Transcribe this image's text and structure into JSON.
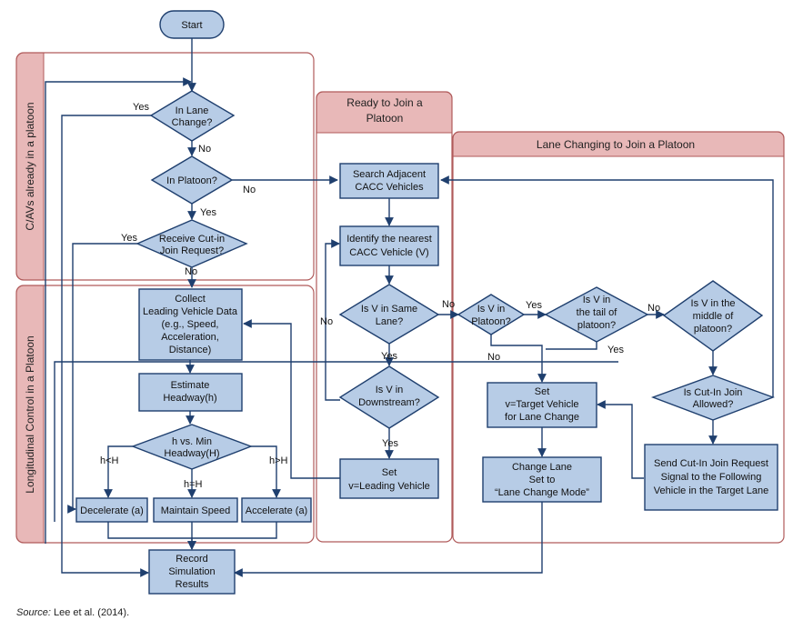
{
  "colors": {
    "node_fill": "#b7cce6",
    "node_stroke": "#1f3f6e",
    "edge": "#1f3f6e",
    "region_fill": "#e8b8b8",
    "region_stroke": "#b05a5a"
  },
  "regions": {
    "cav_platoon": "C/AVs already in a platoon",
    "longitudinal": "Longitudinal Control in a Platoon",
    "ready_join": [
      "Ready to Join a",
      "Platoon"
    ],
    "lane_change": "Lane Changing to Join a Platoon"
  },
  "nodes": {
    "start": [
      "Start"
    ],
    "in_lane_change": [
      "In Lane",
      "Change?"
    ],
    "in_platoon": [
      "In Platoon?"
    ],
    "receive_cutin": [
      "Receive Cut-in",
      "Join Request?"
    ],
    "collect_data": [
      "Collect",
      "Leading Vehicle Data",
      "(e.g., Speed,",
      "Acceleration,",
      "Distance)"
    ],
    "estimate_headway": [
      "Estimate",
      "Headway(h)"
    ],
    "h_vs_min": [
      "h vs. Min",
      "Headway(H)"
    ],
    "decelerate": [
      "Decelerate (a)"
    ],
    "maintain_speed": [
      "Maintain Speed"
    ],
    "accelerate": [
      "Accelerate (a)"
    ],
    "record_results": [
      "Record",
      "Simulation",
      "Results"
    ],
    "search_adjacent": [
      "Search Adjacent",
      "CACC Vehicles"
    ],
    "identify_nearest": [
      "Identify the nearest",
      "CACC Vehicle (V)"
    ],
    "v_same_lane": [
      "Is V in Same",
      "Lane?"
    ],
    "v_downstream": [
      "Is V in",
      "Downstream?"
    ],
    "set_leading": [
      "Set",
      "v=Leading Vehicle"
    ],
    "v_in_platoon": [
      "Is V in",
      "Platoon?"
    ],
    "v_tail": [
      "Is V in",
      "the tail of",
      "platoon?"
    ],
    "v_middle": [
      "Is V in the",
      "middle of",
      "platoon?"
    ],
    "cutin_allowed": [
      "Is Cut-In Join",
      "Allowed?"
    ],
    "set_target": [
      "Set",
      "v=Target Vehicle",
      "for Lane Change"
    ],
    "change_lane": [
      "Change Lane",
      "Set to",
      "“Lane Change Mode”"
    ],
    "send_request": [
      "Send Cut-In Join Request",
      "Signal to the Following",
      "Vehicle in the Target Lane"
    ]
  },
  "edge_labels": {
    "lane_change_yes": "Yes",
    "lane_change_no": "No",
    "in_platoon_no": "No",
    "in_platoon_yes": "Yes",
    "receive_yes": "Yes",
    "receive_no": "No",
    "same_lane_no": "No",
    "same_lane_yes": "Yes",
    "downstream_no": "No",
    "downstream_yes": "Yes",
    "v_platoon_yes": "Yes",
    "v_platoon_no": "No",
    "tail_no": "No",
    "tail_yes": "Yes",
    "h_less": "h<H",
    "h_equal": "h=H",
    "h_greater": "h>H"
  },
  "source": {
    "prefix": "Source:",
    "text": " Lee et al. (2014)."
  }
}
